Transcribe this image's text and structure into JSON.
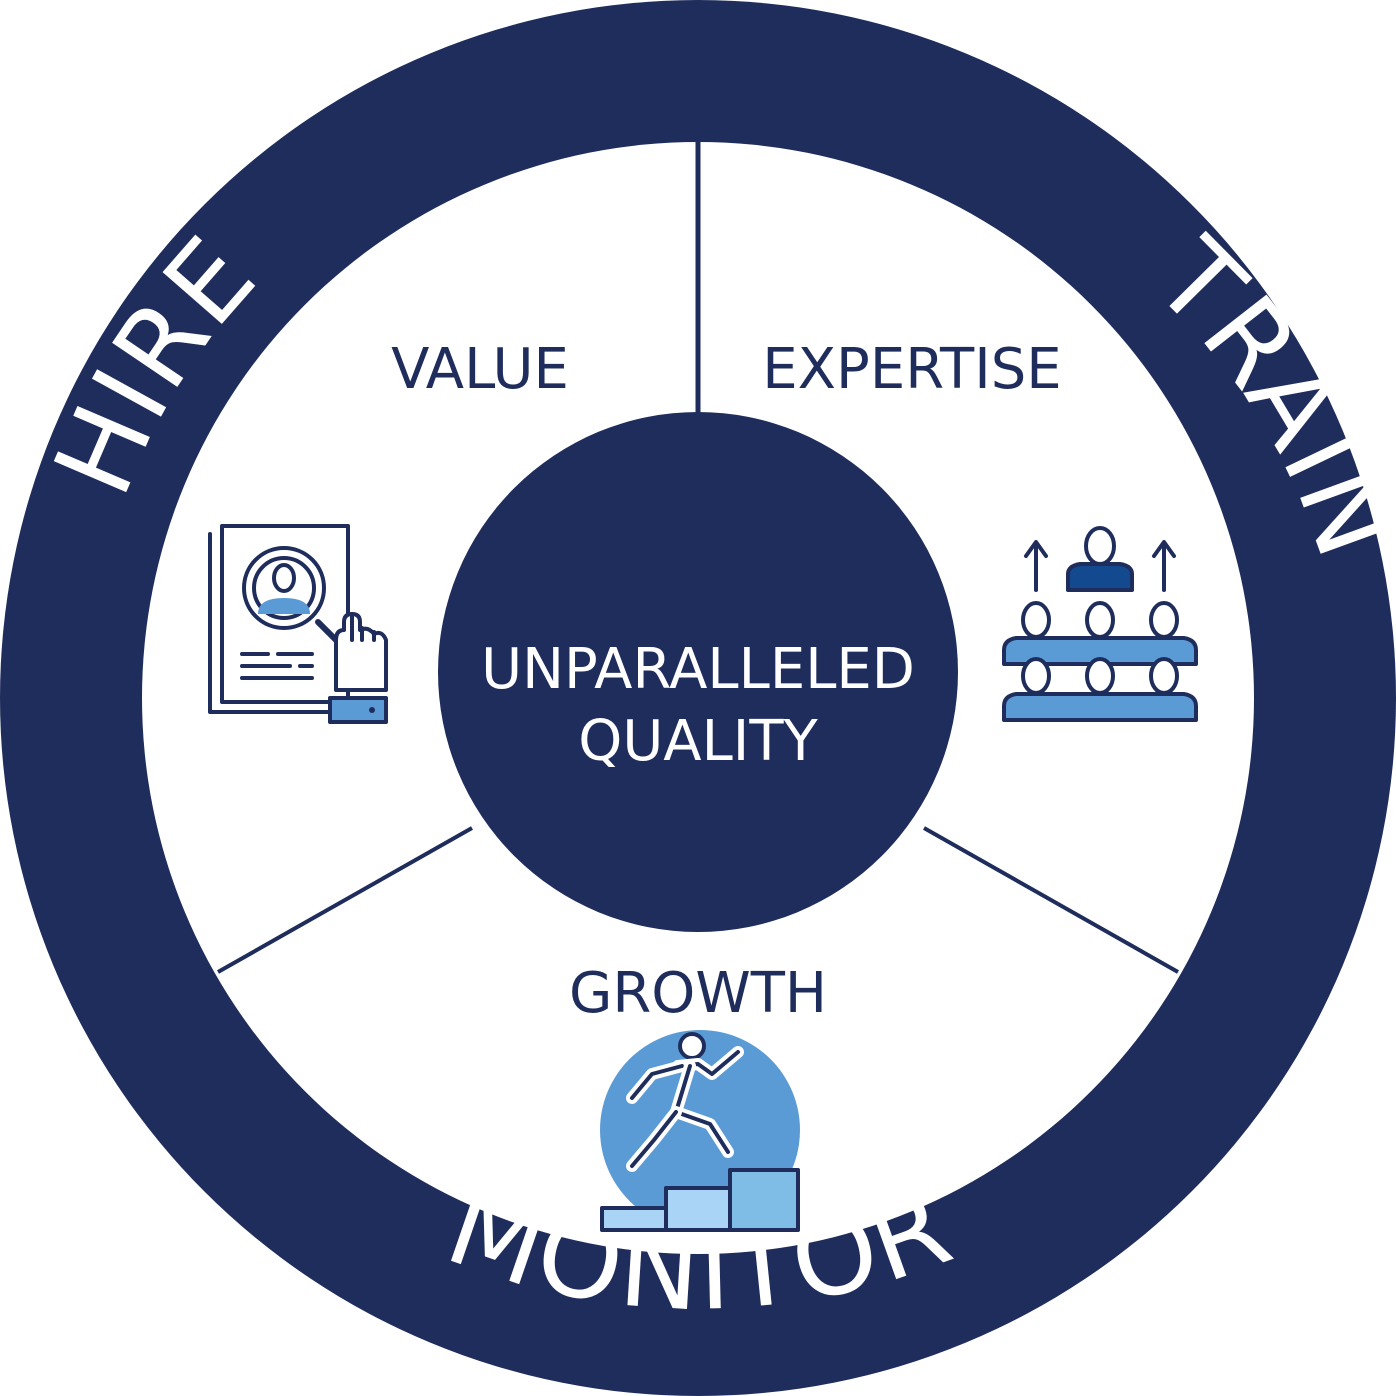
{
  "ring": {
    "hire": "HIRE",
    "train": "TRAIN",
    "monitor": "MONITOR"
  },
  "segments": {
    "value": "VALUE",
    "expertise": "EXPERTISE",
    "growth": "GROWTH"
  },
  "center": {
    "line1": "UNPARALLELED",
    "line2": "QUALITY"
  },
  "icons": {
    "hire": "resume-search-icon",
    "train": "team-growth-icon",
    "growth": "climbing-stairs-icon"
  },
  "colors": {
    "navy": "#1f2d5c",
    "light_blue": "#5b9bd5",
    "pale_blue": "#a9d4f5",
    "mid_blue": "#7fbde6",
    "white": "#ffffff"
  }
}
